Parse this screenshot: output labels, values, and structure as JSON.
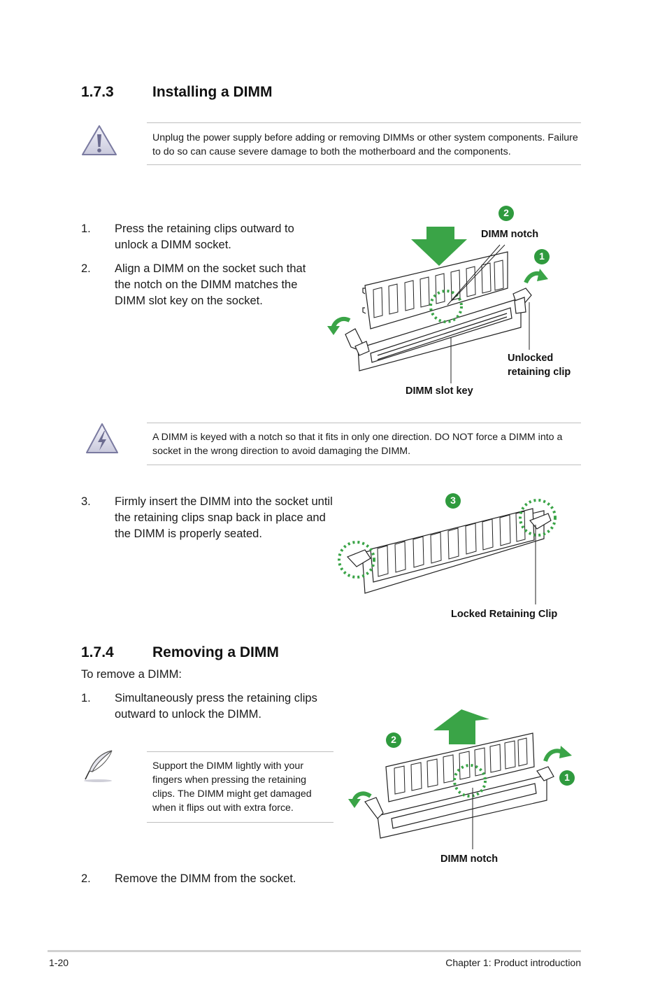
{
  "section_install": {
    "number": "1.7.3",
    "title": "Installing a DIMM",
    "warning": "Unplug the power supply before adding or removing DIMMs or other system components. Failure to do so can cause severe damage to both the motherboard and the components.",
    "steps": [
      {
        "num": "1.",
        "text": "Press the retaining clips outward to unlock a DIMM socket."
      },
      {
        "num": "2.",
        "text": "Align a DIMM on the socket such that the notch on the DIMM matches the DIMM slot key on the socket."
      },
      {
        "num": "3.",
        "text": "Firmly insert the DIMM into the socket until the retaining clips snap back in place and the DIMM is properly seated."
      }
    ],
    "caution": "A DIMM is keyed with a notch so that it fits in only one direction. DO NOT force a DIMM into a socket in the wrong direction to avoid damaging the DIMM.",
    "figure1": {
      "dimm_notch": "DIMM notch",
      "unlocked_clip": "Unlocked retaining clip",
      "slot_key": "DIMM slot key",
      "badge_1": "1",
      "badge_2": "2"
    },
    "figure2": {
      "locked_clip": "Locked Retaining Clip",
      "badge_3": "3"
    }
  },
  "section_remove": {
    "number": "1.7.4",
    "title": "Removing a DIMM",
    "intro": "To remove a DIMM:",
    "steps": [
      {
        "num": "1.",
        "text": "Simultaneously press the retaining clips outward to unlock the DIMM."
      },
      {
        "num": "2.",
        "text": "Remove the DIMM from the socket."
      }
    ],
    "note": "Support the DIMM lightly with your fingers when pressing the retaining clips. The DIMM might get damaged when it flips out with extra force.",
    "figure3": {
      "dimm_notch": "DIMM notch",
      "badge_1": "1",
      "badge_2": "2"
    }
  },
  "footer": {
    "page_number": "1-20",
    "chapter": "Chapter 1: Product introduction"
  },
  "colors": {
    "badge_green": "#2f9a3e",
    "arrow_green": "#3aa447",
    "dashed_green": "#3aa447"
  }
}
